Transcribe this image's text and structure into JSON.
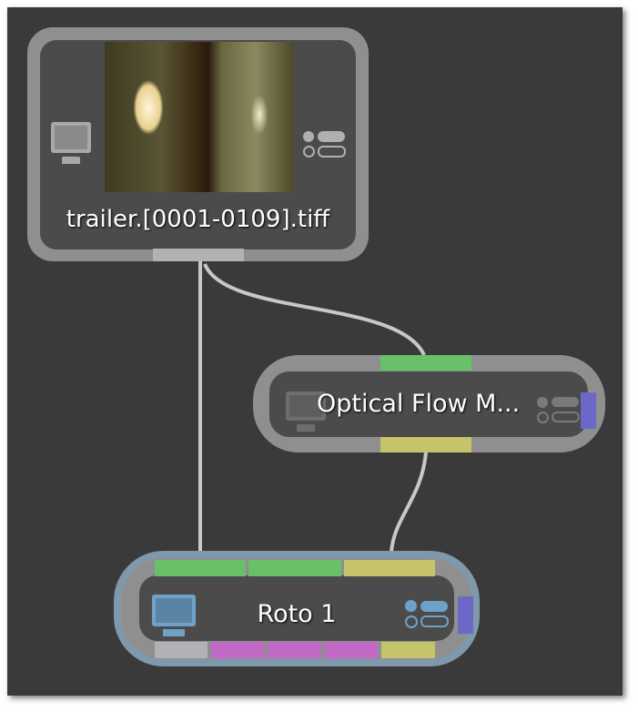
{
  "nodes": {
    "source": {
      "label": "trailer.[0001-0109].tiff",
      "icon": "monitor-icon"
    },
    "optical_flow": {
      "label": "Optical Flow M..."
    },
    "roto": {
      "label": "Roto 1"
    }
  },
  "colors": {
    "green": "#68c068",
    "yellow": "#c6c46a",
    "magenta": "#c268c6",
    "purple": "#6b68c8",
    "gray_port": "#b2b2b6",
    "selected_border": "#7f98ab",
    "monitor_active": "#6fa2c8"
  }
}
